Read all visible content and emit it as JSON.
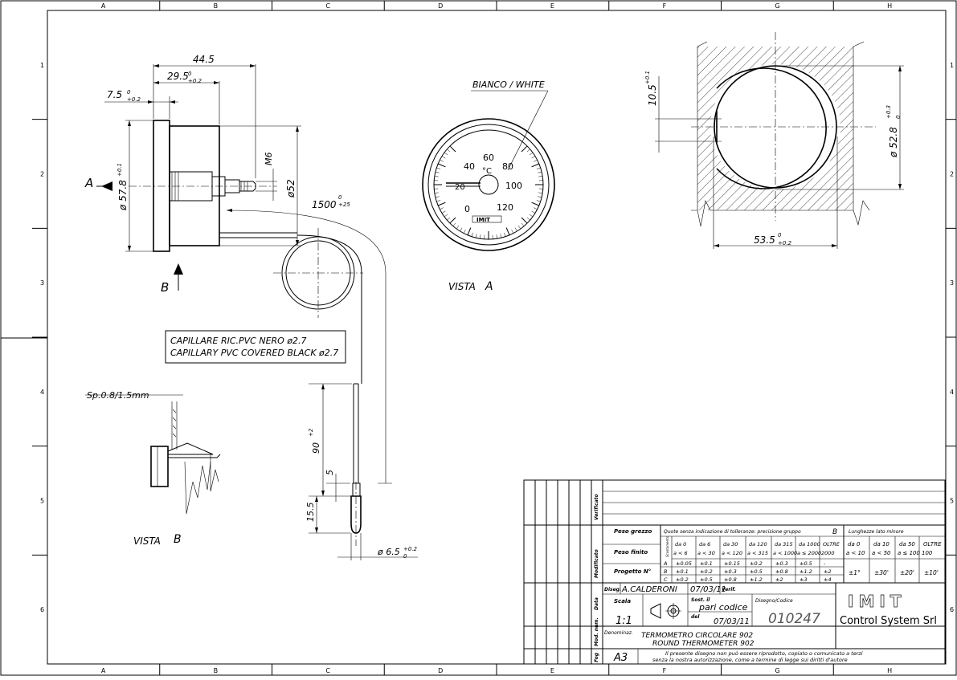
{
  "grid": {
    "columns": [
      "A",
      "B",
      "C",
      "D",
      "E",
      "F",
      "G",
      "H"
    ],
    "rows": [
      "1",
      "2",
      "3",
      "4",
      "5",
      "6"
    ]
  },
  "side_view": {
    "dim_overall": "44.5",
    "dim_body": "29.5",
    "dim_body_tol_top": "0",
    "dim_body_tol_bot": "+0.2",
    "dim_flange": "7.5",
    "dim_flange_tol_top": "0",
    "dim_flange_tol_bot": "+0.2",
    "dim_dia": "ø 57.8",
    "dim_dia_tol": "+0.1",
    "dim_thread": "M6",
    "dim_body_dia": "ø52",
    "arrow_a": "A",
    "arrow_b": "B"
  },
  "capillary": {
    "length": "1500",
    "length_tol_top": "0",
    "length_tol_bot": "+25",
    "note_it": "CAPILLARE RIC.PVC NERO ø2.7",
    "note_en": "CAPILLARY PVC COVERED BLACK ø2.7"
  },
  "bulb": {
    "dim_length": "90",
    "dim_length_tol": "+2",
    "dim_5": "5",
    "dim_15_5": "15.5",
    "dim_dia": "ø 6.5",
    "dim_dia_tol": "+0.2",
    "dim_dia_tol2": "0"
  },
  "view_a": {
    "label": "VISTA",
    "letter": "A",
    "callout": "BIANCO / WHITE",
    "scale": [
      "0",
      "20",
      "40",
      "60",
      "80",
      "100",
      "120"
    ],
    "unit": "°C",
    "brand": "IMIT"
  },
  "view_b": {
    "label": "VISTA",
    "letter": "B",
    "thickness": "Sp.0.8/1.5mm"
  },
  "cutout": {
    "dim_width": "53.5",
    "dim_width_tol_top": "0",
    "dim_width_tol_bot": "+0.2",
    "dim_height": "ø 52.8",
    "dim_height_tol_top": "+0.3",
    "dim_height_tol_bot": "0",
    "dim_flat": "10.5",
    "dim_flat_tol": "+0.1"
  },
  "title_block": {
    "rev_labels": [
      "Verificato",
      "Modificato",
      "Data",
      "Mod. num.",
      "Fog"
    ],
    "peso_grezzo": "Peso grezzo",
    "peso_finito": "Peso finito",
    "progetto": "Progetto N°",
    "tol_header": "Quote senza indicazione di tolleranze: precisione gruppo",
    "tol_group": "B",
    "len_header": "Lunghezze lato minore",
    "tol_col_labels": [
      "Scostamento"
    ],
    "tol_ranges_top": [
      "da 0",
      "da 6",
      "da 30",
      "da 120",
      "da 315",
      "da 1000",
      "OLTRE"
    ],
    "tol_ranges_bot": [
      "a < 6",
      "a < 30",
      "a < 120",
      "a < 315",
      "a < 1000",
      "a ≤ 2000",
      "2000"
    ],
    "tol_row_a": [
      "A",
      "±0.05",
      "±0.1",
      "±0.15",
      "±0.2",
      "±0.3",
      "±0.5",
      "-"
    ],
    "tol_row_b": [
      "B",
      "±0.1",
      "±0.2",
      "±0.3",
      "±0.5",
      "±0.8",
      "±1.2",
      "±2"
    ],
    "tol_row_c": [
      "C",
      "±0.2",
      "±0.5",
      "±0.8",
      "±1.2",
      "±2",
      "±3",
      "±4"
    ],
    "ang_ranges_top": [
      "da 0",
      "da 10",
      "da 50",
      "OLTRE"
    ],
    "ang_ranges_bot": [
      "a < 10",
      "a < 50",
      "a ≤ 100",
      "100"
    ],
    "ang_values": [
      "±1°",
      "±30'",
      "±20'",
      "±10'"
    ],
    "disegnatore_label": "Diseg.",
    "disegnatore": "A.CALDERONI",
    "date_drawn": "07/03/11",
    "verif_label": "Verif.",
    "scale_label": "Scala",
    "scale": "1:1",
    "sost_label": "Sost. il",
    "sost_value": "pari codice",
    "del_label": "del",
    "del_value": "07/03/11",
    "code_label": "Disegno/Codice",
    "code": "010247",
    "company_logo": "IMIT",
    "company": "Control System Srl",
    "denom_label": "Denominaz.",
    "title_it": "TERMOMETRO CIRCOLARE 902",
    "title_en": "ROUND THERMOMETER 902",
    "format": "A3",
    "copyright_1": "Il presente disegno non può essere riprodotto, copiato o comunicato a terzi",
    "copyright_2": "senza la nostra autorizzazione, come a termine di legge sui diritti d'autore"
  }
}
